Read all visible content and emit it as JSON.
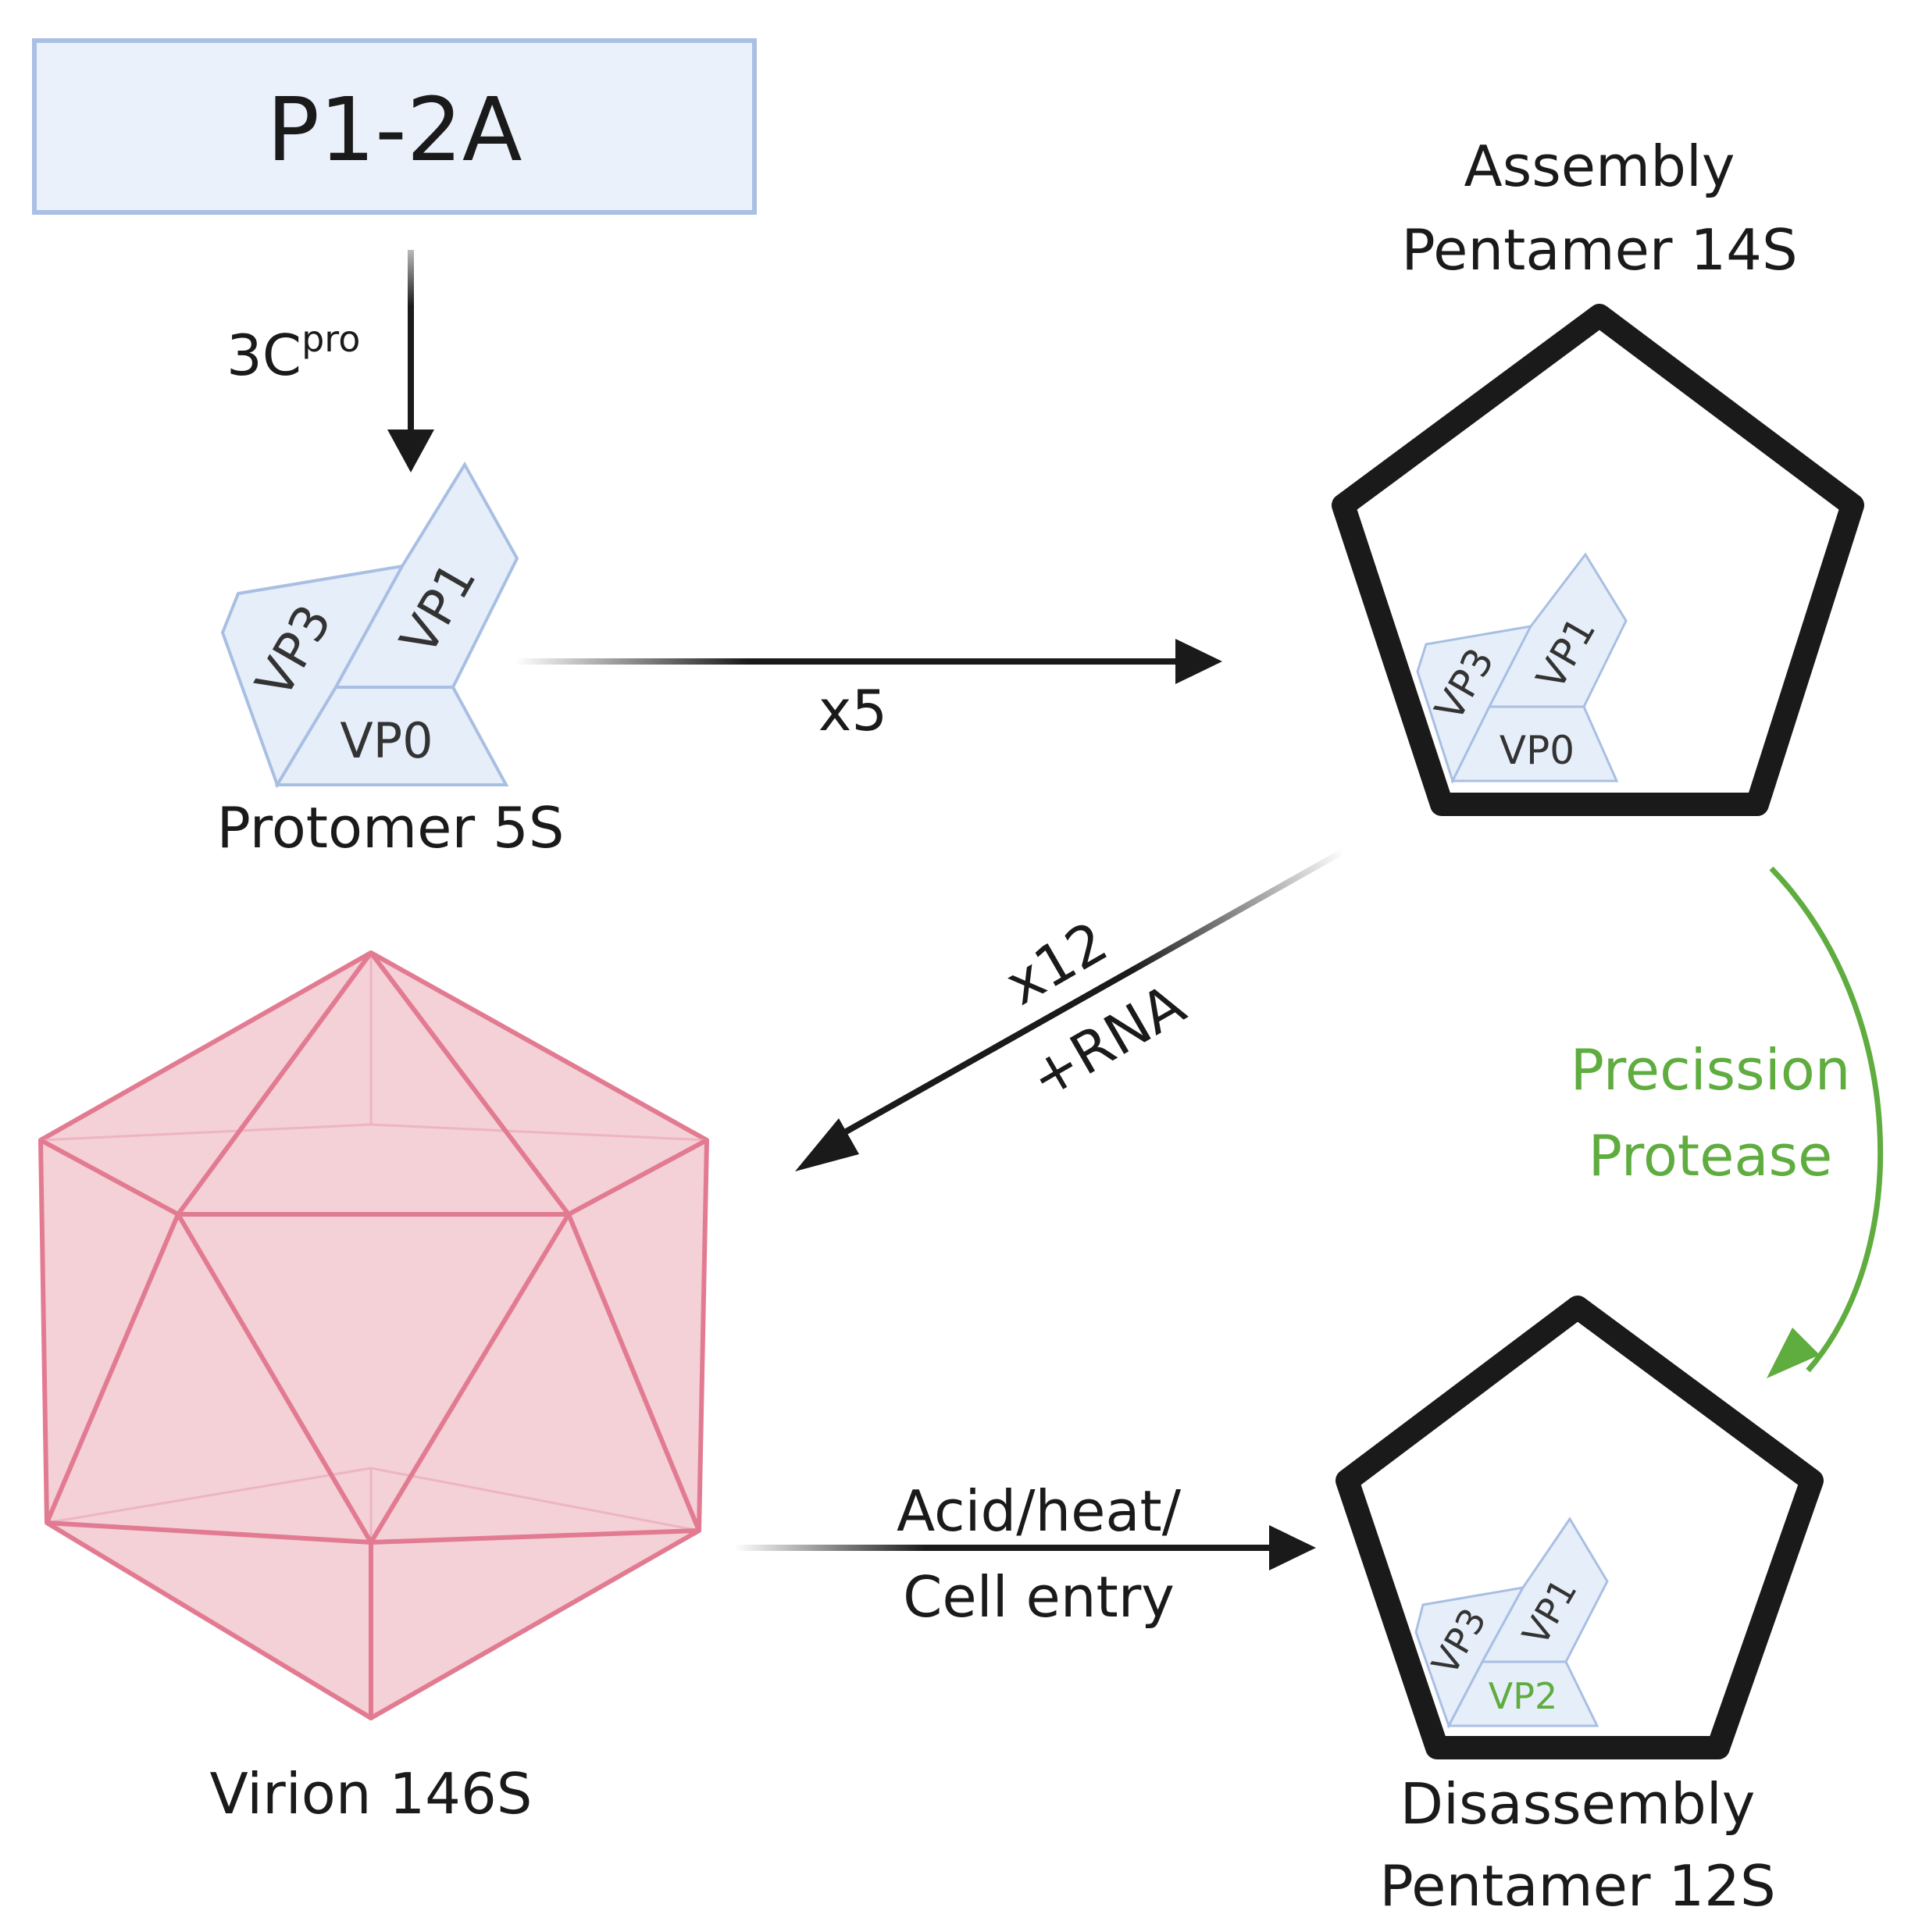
{
  "colors": {
    "black": "#1a1a1a",
    "box_fill": "#eaf1fb",
    "box_stroke": "#a9c0e4",
    "protomer_fill": "#e6eef9",
    "protomer_stroke": "#a8bfe3",
    "virion_fill": "#f4d0d7",
    "virion_stroke": "#e27b91",
    "green": "#5fac3f"
  },
  "precursor": {
    "label": "P1-2A"
  },
  "cleavage": {
    "enzyme": "3C",
    "enzyme_sup": "pro"
  },
  "protomer": {
    "label": "Protomer 5S",
    "vp3": "VP3",
    "vp1": "VP1",
    "vp0": "VP0"
  },
  "step_x5": "x5",
  "assembly_pentamer": {
    "line1": "Assembly",
    "line2": "Pentamer 14S",
    "vp3": "VP3",
    "vp1": "VP1",
    "vp0": "VP0"
  },
  "step_x12": {
    "line1": "x12",
    "line2": "+RNA"
  },
  "virion": {
    "label": "Virion 146S"
  },
  "protease": {
    "line1": "Precission",
    "line2": "Protease"
  },
  "step_acid": {
    "line1": "Acid/heat/",
    "line2": "Cell entry"
  },
  "disassembly_pentamer": {
    "line1": "Disassembly",
    "line2": "Pentamer 12S",
    "vp3": "VP3",
    "vp1": "VP1",
    "vp2": "VP2"
  }
}
